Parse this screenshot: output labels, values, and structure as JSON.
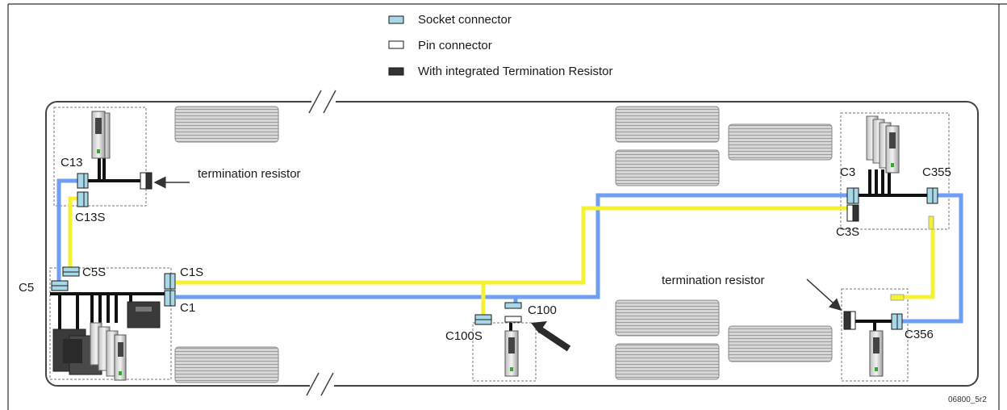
{
  "legend": {
    "socket_label": "Socket connector",
    "pin_label": "Pin connector",
    "termination_label": "With integrated Termination Resistor"
  },
  "annotations": {
    "termination_top": "termination resistor",
    "termination_bottom": "termination resistor"
  },
  "connectors": {
    "c13": "C13",
    "c13s": "C13S",
    "c5": "C5",
    "c5s": "C5S",
    "c1s": "C1S",
    "c1": "C1",
    "c100": "C100",
    "c100s": "C100S",
    "c3": "C3",
    "c3s": "C3S",
    "c355": "C355",
    "c356": "C356"
  },
  "figure_id": "06800_5r2",
  "colors": {
    "blue_cable": "#6f9ef5",
    "yellow_cable": "#f5f233",
    "socket_fill": "#a8d8e8",
    "termination_fill": "#333333"
  }
}
